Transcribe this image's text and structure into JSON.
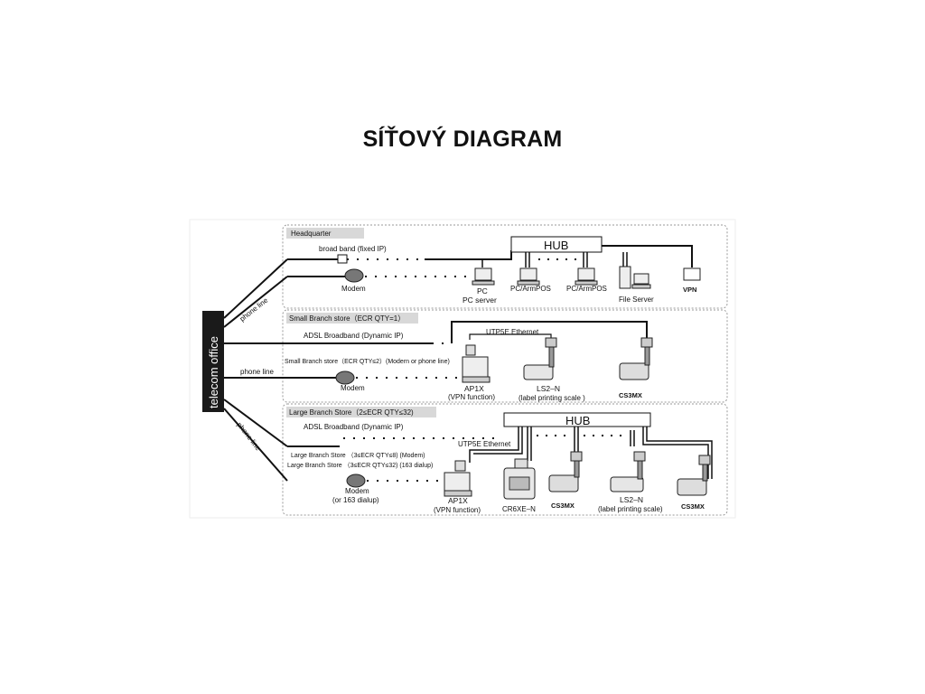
{
  "title": "SÍŤOVÝ DIAGRAM",
  "telecom": {
    "label": "telecom office"
  },
  "phonelines": [
    "phone line",
    "phone line",
    "phone line"
  ],
  "headquarter": {
    "tag": "Headquarter",
    "hub": "HUB",
    "broadband": "broad band (fixed IP)",
    "modem": "Modem",
    "devices": {
      "pc_line1": "PC",
      "pc_line2": "PC server",
      "pos1": "PC/ArmPOS",
      "pos2": "PC/ArmPOS",
      "file_server": "File Server",
      "vpn": "VPN"
    }
  },
  "small_branch": {
    "tag": "Small Branch store（ECR QTY=1）",
    "adsl": "ADSL  Broadband (Dynamic IP)",
    "modem_line": "Small Branch store（ECR QTY≤2）(Modern or phone line)",
    "modem": "Modem",
    "utp": "UTP5E Ethernet",
    "devices": {
      "ap1x_line1": "AP1X",
      "ap1x_line2": "(VPN function)",
      "ls2n_line1": "LS2–N",
      "ls2n_line2": "(label printing scale )",
      "cs3mx": "CS3MX"
    }
  },
  "large_branch": {
    "tag": "Large Branch Store（2≤ECR QTY≤32)",
    "hub": "HUB",
    "adsl": "ADSL  Broadband (Dynamic IP)",
    "utp": "UTP5E Ethernet",
    "store_line1": "Large Branch Store （3≤ECR QTY≤8) (Modem)",
    "store_line2": "Large Branch Store （3≤ECR QTY≤32) (163 dialup)",
    "modem_line1": "Modem",
    "modem_line2": "(or 163 dialup)",
    "devices": {
      "ap1x_line1": "AP1X",
      "ap1x_line2": "(VPN function)",
      "cr6xe": "CR6XE–N",
      "cs3mx_a": "CS3MX",
      "ls2n_line1": "LS2–N",
      "ls2n_line2": "(label printing scale)",
      "cs3mx_b": "CS3MX"
    }
  }
}
